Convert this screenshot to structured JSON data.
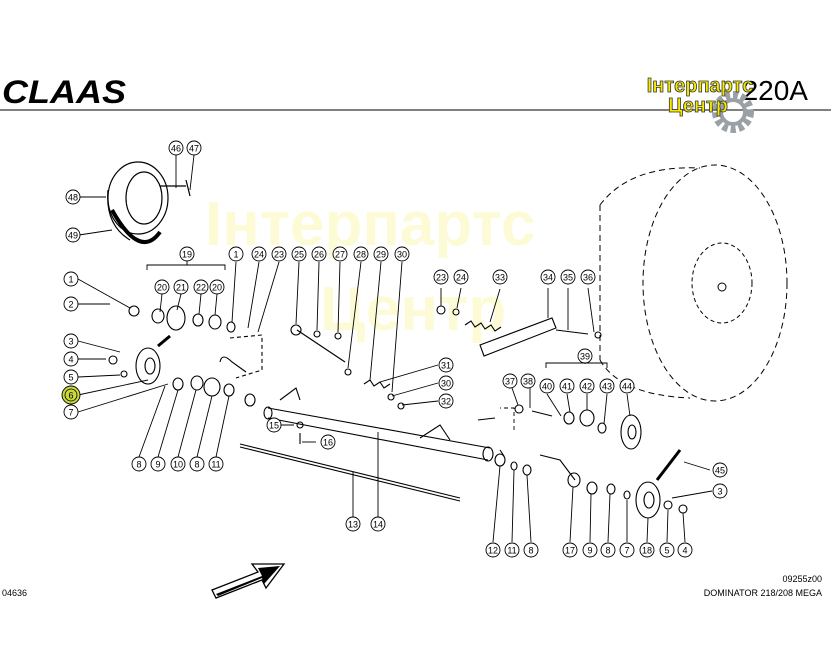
{
  "header": {
    "brand_logo": "CLAAS",
    "page_code": "220A",
    "watermark_line1": "Інтерпартс",
    "watermark_line2": "Центр"
  },
  "footer": {
    "left_code": "04636",
    "right_code": "09255z00",
    "model": "DOMINATOR 218/208 MEGA"
  },
  "callouts": [
    "1",
    "2",
    "3",
    "4",
    "5",
    "6",
    "7",
    "8",
    "9",
    "10",
    "11",
    "12",
    "13",
    "14",
    "15",
    "16",
    "17",
    "18",
    "19",
    "20",
    "21",
    "22",
    "23",
    "24",
    "25",
    "26",
    "27",
    "28",
    "29",
    "30",
    "31",
    "32",
    "33",
    "34",
    "35",
    "36",
    "37",
    "38",
    "39",
    "40",
    "41",
    "42",
    "43",
    "44",
    "45",
    "46",
    "47",
    "48",
    "49"
  ],
  "highlight_callout": "6",
  "colors": {
    "ink": "#000000",
    "highlight": "#c9d93b",
    "watermark": "#f5ea00",
    "gear": "#9aa0a6"
  }
}
